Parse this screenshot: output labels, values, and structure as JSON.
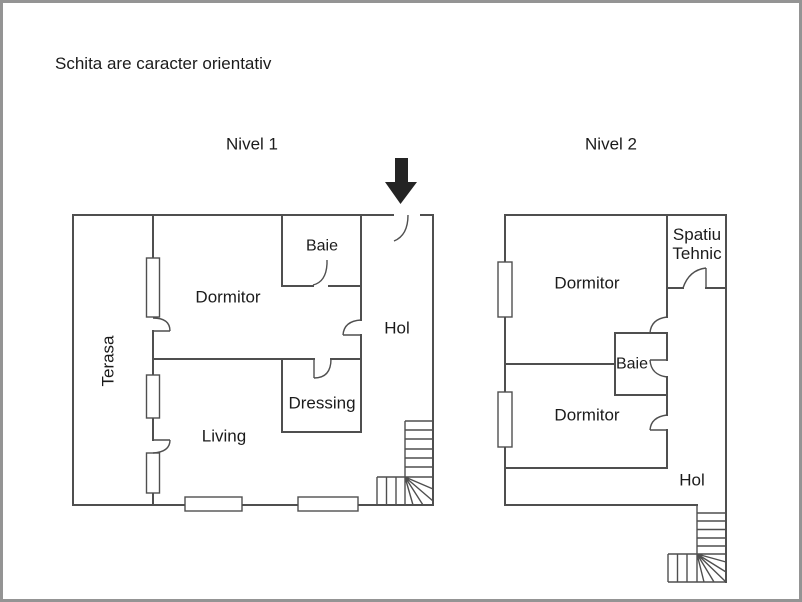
{
  "disclaimer": "Schita are caracter orientativ",
  "levels": [
    {
      "title": "Nivel 1",
      "rooms": {
        "terasa": "Terasa",
        "dormitor": "Dormitor",
        "baie": "Baie",
        "hol": "Hol",
        "dressing": "Dressing",
        "living": "Living"
      }
    },
    {
      "title": "Nivel 2",
      "rooms": {
        "dormitor_sus": "Dormitor",
        "spatiu_line1": "Spatiu",
        "spatiu_line2": "Tehnic",
        "baie": "Baie",
        "dormitor_jos": "Dormitor",
        "hol": "Hol"
      }
    }
  ],
  "icons": {
    "entrance_arrow": "down-arrow"
  },
  "colors": {
    "background": "#ffffff",
    "wall": "#4f4f4f",
    "text": "#1b1b1b",
    "arrow": "#242424",
    "frame": "#949494"
  }
}
